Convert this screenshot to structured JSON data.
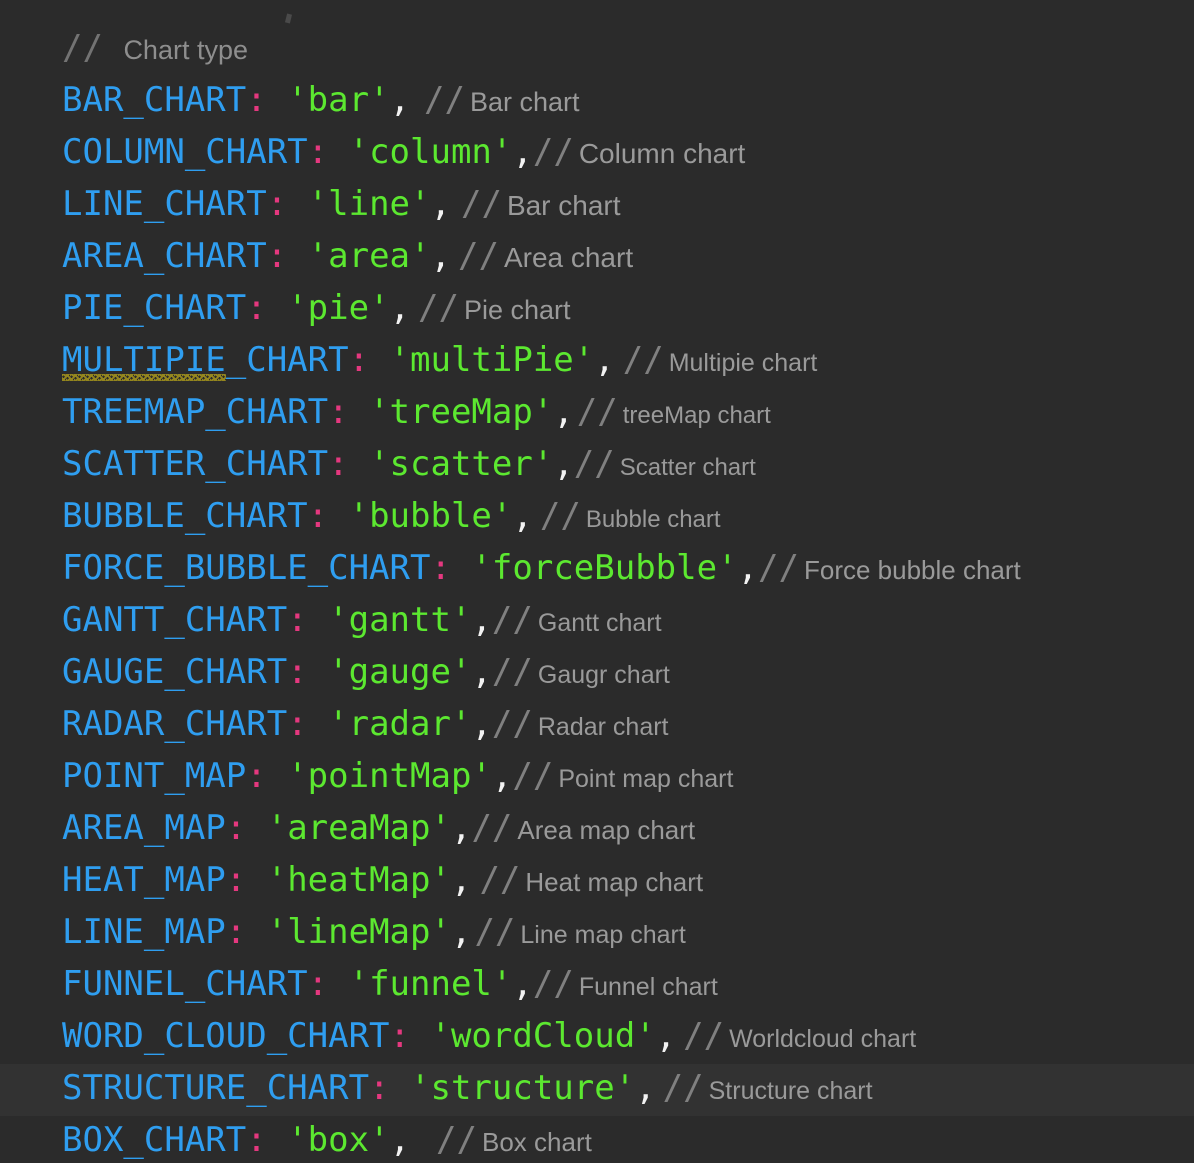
{
  "editor": {
    "background_color": "#2b2b2b",
    "current_line_highlight_color": "#323232",
    "colors": {
      "identifier": "#2f9ef0",
      "colon": "#e5387f",
      "string": "#5ce830",
      "punctuation": "#f2f2f2",
      "comment": "#9a9a9a",
      "comment_slashes": "#808080",
      "spellcheck_squiggle": "#9a8b1e"
    },
    "header_comment": {
      "slashes": "//",
      "text": "Chart type"
    },
    "lines": [
      {
        "key": "BAR_CHART",
        "colon": ":",
        "value": "'bar'",
        "comma": ",",
        "slashes": "//",
        "comment": "Bar chart",
        "comment_size": 27,
        "gap": 14,
        "highlighted": false,
        "misspelled": false
      },
      {
        "key": "COLUMN_CHART",
        "colon": ":",
        "value": "'column'",
        "comma": ",",
        "slashes": "//",
        "comment": "Column chart",
        "comment_size": 28,
        "gap": 0,
        "highlighted": false,
        "misspelled": false
      },
      {
        "key": "LINE_CHART",
        "colon": ":",
        "value": "'line'",
        "comma": ",",
        "slashes": "//",
        "comment": "Bar chart",
        "comment_size": 28,
        "gap": 10,
        "highlighted": false,
        "misspelled": false
      },
      {
        "key": "AREA_CHART",
        "colon": ":",
        "value": "'area'",
        "comma": ",",
        "slashes": "//",
        "comment": "Area chart",
        "comment_size": 28,
        "gap": 7,
        "highlighted": false,
        "misspelled": false
      },
      {
        "key": "PIE_CHART",
        "colon": ":",
        "value": "'pie'",
        "comma": ",",
        "slashes": "//",
        "comment": "Pie chart",
        "comment_size": 27,
        "gap": 8,
        "highlighted": false,
        "misspelled": false
      },
      {
        "key": "MULTIPIE_CHART",
        "colon": ":",
        "value": "'multiPie'",
        "comma": ",",
        "slashes": "//",
        "comment": "Multipie chart",
        "comment_size": 25,
        "gap": 8,
        "highlighted": false,
        "misspelled": true,
        "misspelled_word": "MULTIPIE"
      },
      {
        "key": "TREEMAP_CHART",
        "colon": ":",
        "value": "'treeMap'",
        "comma": ",",
        "slashes": "//",
        "comment": "treeMap chart",
        "comment_size": 24,
        "gap": 3,
        "highlighted": false,
        "misspelled": false
      },
      {
        "key": "SCATTER_CHART",
        "colon": ":",
        "value": "'scatter'",
        "comma": ",",
        "slashes": "//",
        "comment": "Scatter chart",
        "comment_size": 24,
        "gap": 0,
        "highlighted": false,
        "misspelled": false
      },
      {
        "key": "BUBBLE_CHART",
        "colon": ":",
        "value": "'bubble'",
        "comma": ",",
        "slashes": "//",
        "comment": "Bubble chart",
        "comment_size": 24,
        "gap": 7,
        "highlighted": false,
        "misspelled": false
      },
      {
        "key": "FORCE_BUBBLE_CHART",
        "colon": ":",
        "value": "'forceBubble'",
        "comma": ",",
        "slashes": "//",
        "comment": "Force bubble chart",
        "comment_size": 26,
        "gap": 0,
        "highlighted": false,
        "misspelled": false
      },
      {
        "key": "GANTT_CHART",
        "colon": ":",
        "value": "'gantt'",
        "comma": ",",
        "slashes": "//",
        "comment": "Gantt chart",
        "comment_size": 25,
        "gap": 0,
        "highlighted": false,
        "misspelled": false
      },
      {
        "key": "GAUGE_CHART",
        "colon": ":",
        "value": "'gauge'",
        "comma": ",",
        "slashes": "//",
        "comment": "Gaugr chart",
        "comment_size": 25,
        "gap": 0,
        "highlighted": false,
        "misspelled": false
      },
      {
        "key": "RADAR_CHART",
        "colon": ":",
        "value": "'radar'",
        "comma": ",",
        "slashes": "//",
        "comment": "Radar chart",
        "comment_size": 25,
        "gap": 0,
        "highlighted": false,
        "misspelled": false
      },
      {
        "key": "POINT_MAP",
        "colon": ":",
        "value": "'pointMap'",
        "comma": ",",
        "slashes": "//",
        "comment": "Point map chart",
        "comment_size": 25,
        "gap": 0,
        "highlighted": false,
        "misspelled": false
      },
      {
        "key": "AREA_MAP",
        "colon": ":",
        "value": "'areaMap'",
        "comma": ",",
        "slashes": "//",
        "comment": "Area map chart",
        "comment_size": 26,
        "gap": 0,
        "highlighted": false,
        "misspelled": false
      },
      {
        "key": "HEAT_MAP",
        "colon": ":",
        "value": "'heatMap'",
        "comma": ",",
        "slashes": "//",
        "comment": "Heat map chart",
        "comment_size": 26,
        "gap": 8,
        "highlighted": false,
        "misspelled": false
      },
      {
        "key": "LINE_MAP",
        "colon": ":",
        "value": "'lineMap'",
        "comma": ",",
        "slashes": "//",
        "comment": "Line map chart",
        "comment_size": 25,
        "gap": 3,
        "highlighted": false,
        "misspelled": false
      },
      {
        "key": "FUNNEL_CHART",
        "colon": ":",
        "value": "'funnel'",
        "comma": ",",
        "slashes": "//",
        "comment": "Funnel chart",
        "comment_size": 25,
        "gap": 0,
        "highlighted": false,
        "misspelled": false
      },
      {
        "key": "WORD_CLOUD_CHART",
        "colon": ":",
        "value": "'wordCloud'",
        "comma": ",",
        "slashes": "//",
        "comment": "Worldcloud chart",
        "comment_size": 25,
        "gap": 7,
        "highlighted": false,
        "misspelled": false
      },
      {
        "key": "STRUCTURE_CHART",
        "colon": ":",
        "value": "'structure'",
        "comma": ",",
        "slashes": "//",
        "comment": "Structure chart",
        "comment_size": 25,
        "gap": 7,
        "highlighted": true,
        "misspelled": false
      },
      {
        "key": "BOX_CHART",
        "colon": ":",
        "value": "'box'",
        "comma": ",",
        "slashes": "//",
        "comment": "Box chart",
        "comment_size": 26,
        "gap": 26,
        "highlighted": false,
        "misspelled": false
      }
    ]
  }
}
